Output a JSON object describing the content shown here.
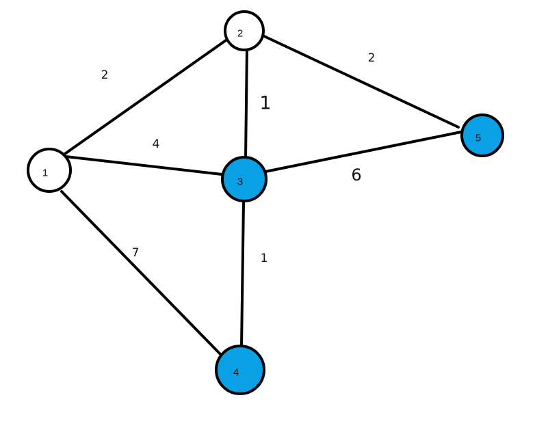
{
  "colors": {
    "background": "#ffffff",
    "stroke": "#000000",
    "unvisited_fill": "#ffffff",
    "visited_fill": "#0aa0e6"
  },
  "nodes": [
    {
      "id": "1",
      "label": "1",
      "state": "unvisited"
    },
    {
      "id": "2",
      "label": "2",
      "state": "unvisited"
    },
    {
      "id": "3",
      "label": "3",
      "state": "visited"
    },
    {
      "id": "4",
      "label": "4",
      "state": "visited"
    },
    {
      "id": "5",
      "label": "5",
      "state": "visited"
    }
  ],
  "edges": [
    {
      "from": "1",
      "to": "2",
      "weight": "2"
    },
    {
      "from": "2",
      "to": "5",
      "weight": "2"
    },
    {
      "from": "2",
      "to": "3",
      "weight": "1"
    },
    {
      "from": "1",
      "to": "3",
      "weight": "4"
    },
    {
      "from": "3",
      "to": "5",
      "weight": "6"
    },
    {
      "from": "1",
      "to": "4",
      "weight": "7"
    },
    {
      "from": "3",
      "to": "4",
      "weight": "1"
    }
  ]
}
